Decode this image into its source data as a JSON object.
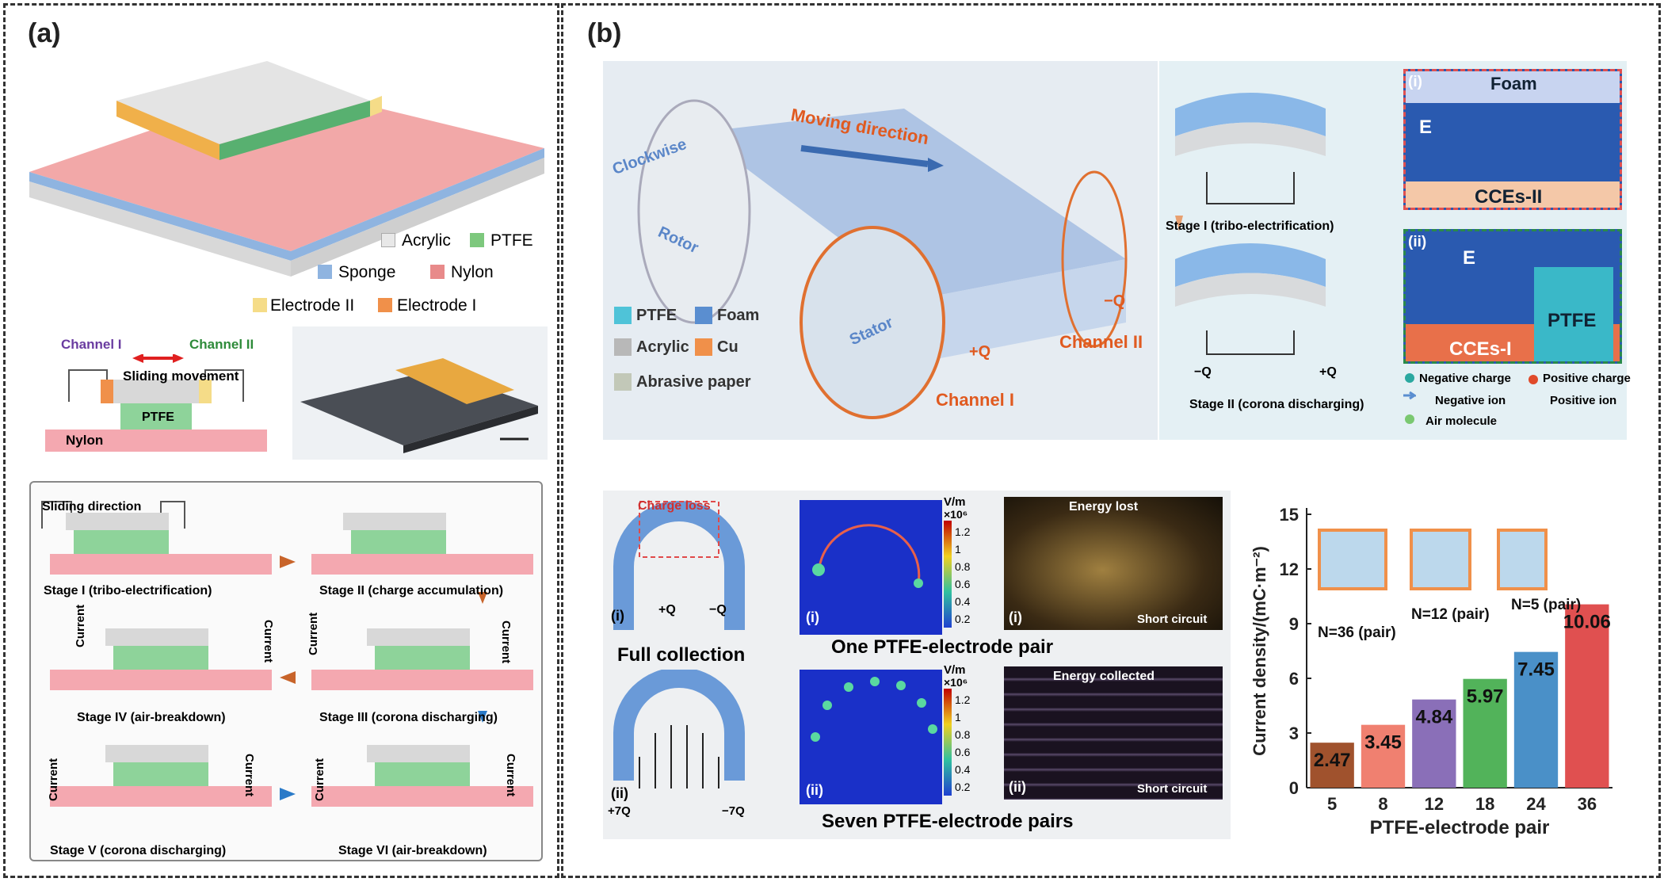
{
  "labels": {
    "a": "(a)",
    "b": "(b)"
  },
  "panel_a": {
    "legend": {
      "acrylic": "Acrylic",
      "ptfe": "PTFE",
      "sponge": "Sponge",
      "nylon": "Nylon",
      "electrode2": "Electrode II",
      "electrode1": "Electrode I"
    },
    "schematic": {
      "channel1": "Channel I",
      "channel2": "Channel II",
      "sliding": "Sliding movement",
      "ptfe": "PTFE",
      "nylon": "Nylon"
    },
    "stages": {
      "s1": "Stage I (tribo-electrification)",
      "s2": "Stage II (charge accumulation)",
      "s3": "Stage III (corona discharging)",
      "s4": "Stage IV (air-breakdown)",
      "s5": "Stage V (corona discharging)",
      "s6": "Stage VI (air-breakdown)",
      "sliding_direction": "Sliding direction",
      "current": "Current"
    }
  },
  "panel_b": {
    "device": {
      "moving_direction": "Moving direction",
      "clockwise": "Clockwise",
      "rotor": "Rotor",
      "stator": "Stator",
      "plus_q": "+Q",
      "minus_q": "−Q",
      "channel1": "Channel I",
      "channel2": "Channel II",
      "legend": {
        "ptfe": "PTFE",
        "foam": "Foam",
        "acrylic": "Acrylic",
        "cu": "Cu",
        "abrasive": "Abrasive paper"
      }
    },
    "mechanism": {
      "stage1": "Stage I (tribo-electrification)",
      "stage2": "Stage II (corona discharging)",
      "minus_q": "−Q",
      "plus_q": "+Q",
      "inset_i": {
        "label": "(i)",
        "top": "Foam",
        "bottom": "CCEs-II",
        "field": "E"
      },
      "inset_ii": {
        "label": "(ii)",
        "right": "PTFE",
        "bottom": "CCEs-I",
        "field": "E"
      },
      "legend": {
        "neg_charge": "Negative charge",
        "pos_charge": "Positive charge",
        "neg_ion": "Negative ion",
        "pos_ion": "Positive ion",
        "air": "Air molecule"
      }
    },
    "collection": {
      "charge_loss": "Charge loss",
      "full_collection": "Full collection",
      "row1_title": "One PTFE-electrode pair",
      "row2_title": "Seven PTFE-electrode pairs",
      "i": "(i)",
      "ii": "(ii)",
      "plus_q": "+Q",
      "minus_q": "−Q",
      "plus_7q": "+7Q",
      "minus_7q": "−7Q",
      "cbar_unit": "V/m",
      "cbar_exp": "×10⁶",
      "cbar_ticks": [
        "1.2",
        "1",
        "0.8",
        "0.6",
        "0.4",
        "0.2"
      ],
      "energy_lost": "Energy lost",
      "energy_collected": "Energy collected",
      "short_circuit": "Short circuit"
    }
  },
  "chart_data": {
    "type": "bar",
    "categories": [
      "5",
      "8",
      "12",
      "18",
      "24",
      "36"
    ],
    "values": [
      2.47,
      3.45,
      4.84,
      5.97,
      7.45,
      10.06
    ],
    "value_labels": [
      "2.47",
      "3.45",
      "4.84",
      "5.97",
      "7.45",
      "10.06"
    ],
    "colors": [
      "#a0522d",
      "#f08070",
      "#8a6fb8",
      "#52b35a",
      "#4a90c8",
      "#e05050"
    ],
    "xlabel": "PTFE-electrode pair",
    "ylabel": "Current density/(mC·m⁻²)",
    "ylim": [
      0,
      15
    ],
    "yticks": [
      "0",
      "3",
      "6",
      "9",
      "12",
      "15"
    ],
    "annotations": [
      "N=36 (pair)",
      "N=12 (pair)",
      "N=5 (pair)"
    ]
  }
}
